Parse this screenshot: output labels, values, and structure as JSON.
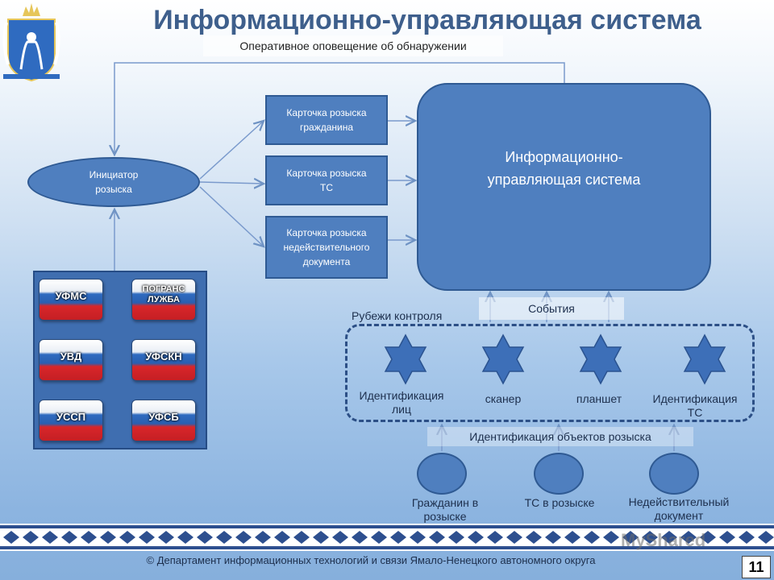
{
  "header": {
    "title": "Информационно-управляющая система",
    "alert_banner": "Оперативное оповещение об обнаружении"
  },
  "initiator": "Инициатор\nрозыска",
  "cards": [
    "Карточка розыска\nгражданина",
    "Карточка розыска\nТС",
    "Карточка розыска\nнедействительного\nдокумента"
  ],
  "ius_label": "Информационно-\nуправляющая система",
  "events_label": "События",
  "control_zone": {
    "title": "Рубежи контроля",
    "devices": [
      "Идентификация\nлиц",
      "сканер",
      "планшет",
      "Идентификация\nТС"
    ]
  },
  "identification_label": "Идентификация объектов розыска",
  "objects": [
    "Гражданин в\nрозыске",
    "ТС в розыске",
    "Недействительный\nдокумент"
  ],
  "agencies": [
    "УФМС",
    "ПОГРАНС\nЛУЖБА",
    "УВД",
    "УФСКН",
    "УССП",
    "УФСБ"
  ],
  "footer": "© Департамент информационных технологий и связи Ямало-Ненецкого автономного округа",
  "page_number": "11",
  "watermark": "MyShared",
  "colors": {
    "node_fill": "#4f7fbf",
    "node_border": "#2f5a93",
    "title": "#3e5f8c",
    "flag_white": "#ffffff",
    "flag_blue": "#2f6bc0",
    "flag_red": "#d8262a"
  },
  "icons": [
    "coat-of-arms-icon",
    "star-icon"
  ]
}
